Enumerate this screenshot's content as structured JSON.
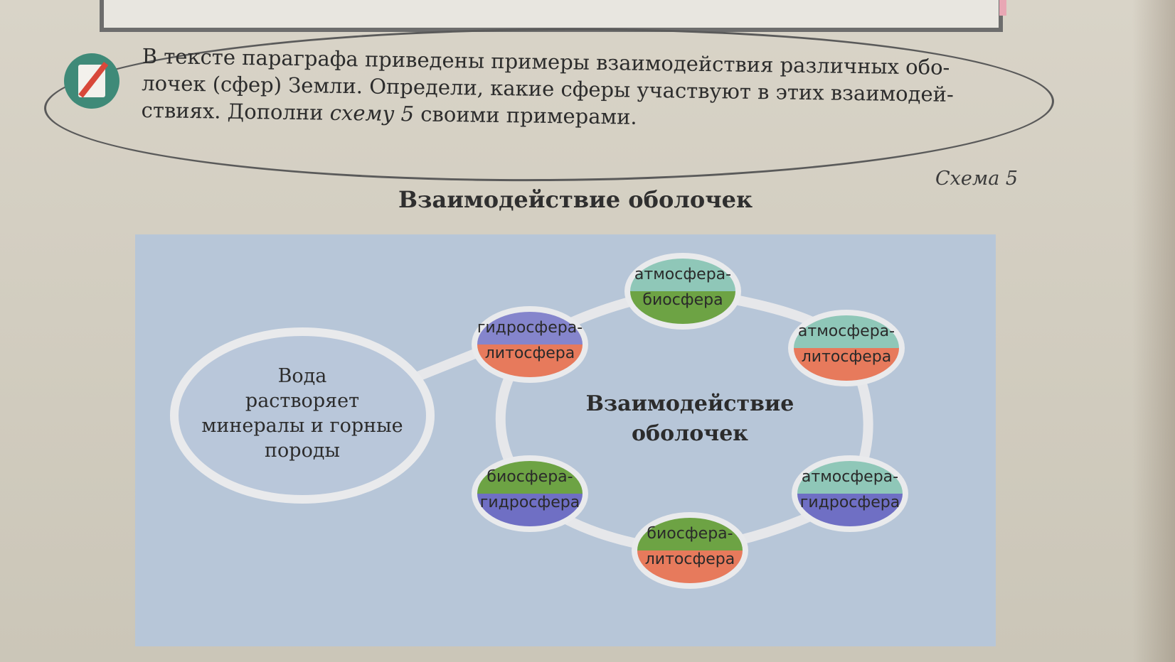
{
  "task": {
    "line1": "В тексте параграфа приведены примеры взаимодействия различных обо-",
    "line2": "лочек (сфер) Земли. Определи, какие сферы участвуют в этих взаимодей-",
    "line3_a": "ствиях. Дополни ",
    "line3_italic": "схему 5",
    "line3_b": " своими примерами."
  },
  "scheme_label": "Схема 5",
  "diagram_title": "Взаимодействие оболочек",
  "center": {
    "line1": "Взаимодействие",
    "line2": "оболочек"
  },
  "example": {
    "line1": "Вода",
    "line2": "растворяет",
    "line3": "минералы и горные",
    "line4": "породы"
  },
  "nodes": [
    {
      "id": "atm-bio",
      "top": "атмосфера-",
      "bottom": "биосфера",
      "top_color": "#8fc7b8",
      "bottom_color": "#6da344"
    },
    {
      "id": "atm-lit",
      "top": "атмосфера-",
      "bottom": "литосфера",
      "top_color": "#8fc7b8",
      "bottom_color": "#e77a5c"
    },
    {
      "id": "atm-hyd",
      "top": "атмосфера-",
      "bottom": "гидросфера",
      "top_color": "#8fc7b8",
      "bottom_color": "#6f6fc4"
    },
    {
      "id": "bio-lit",
      "top": "биосфера-",
      "bottom": "литосфера",
      "top_color": "#6da344",
      "bottom_color": "#e77a5c"
    },
    {
      "id": "bio-hyd",
      "top": "биосфера-",
      "bottom": "гидросфера",
      "top_color": "#6da344",
      "bottom_color": "#6f6fc4"
    },
    {
      "id": "hyd-lit",
      "top": "гидросфера-",
      "bottom": "литосфера",
      "top_color": "#8585cc",
      "bottom_color": "#e77a5c"
    }
  ]
}
